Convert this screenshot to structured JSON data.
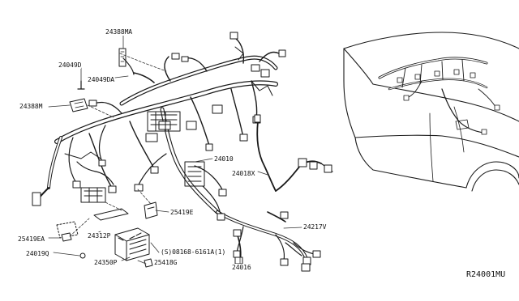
{
  "diagram": {
    "parts": {
      "p24388MA": "24388MA",
      "p24049D": "24049D",
      "p24049DA": "24049DA",
      "p24388M": "24388M",
      "p24010": "24010",
      "p24018X": "24018X",
      "p25419E": "25419E",
      "p24217V": "24217V",
      "p25419EA": "25419EA",
      "p24312P": "24312P",
      "p24019Q": "24019Q",
      "p24350P": "24350P",
      "p08168": "(S)08168-6161A(1)",
      "p25418G": "25418G",
      "p24016": "24016"
    },
    "diagram_code": "R24001MU"
  }
}
